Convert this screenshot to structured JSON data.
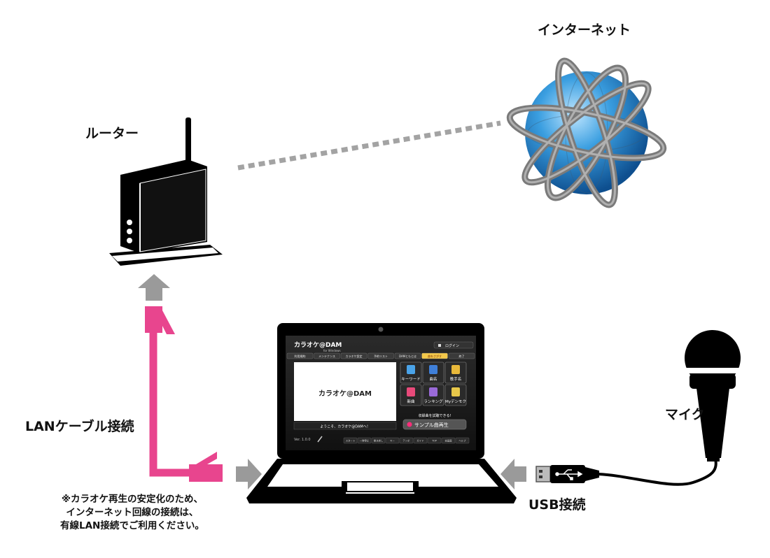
{
  "labels": {
    "internet": "インターネット",
    "router": "ルーター",
    "lan_cable": "LANケーブル接続",
    "mic": "マイク",
    "usb": "USB接続"
  },
  "note": {
    "lines": [
      "※カラオケ再生の安定化のため、",
      "インターネット回線の接続は、",
      "有線LAN接続でご利用ください。"
    ]
  },
  "app": {
    "logo": "カラオケ@DAM",
    "logo_sub": "for Windows",
    "login": "ログイン",
    "tabs": [
      "利用規約",
      "メンテナンス",
      "カラオケ設定",
      "予約リスト",
      "DAMともとは",
      "曲をさがす",
      "終了"
    ],
    "search_items": [
      "キーワード",
      "曲名",
      "歌手名",
      "新曲",
      "ランキング",
      "Myデンモク"
    ],
    "sample_heading": "収録曲を試聴できる!",
    "sample_button": "サンプル曲再生",
    "welcome": "ようこそ、カラオケ@DAMへ！",
    "version": "Ver. 1.0.0",
    "controls": [
      "スタート",
      "一時停止",
      "巻き戻し",
      "キー",
      "テンポ",
      "ガイド",
      "TOP",
      "全画面",
      "ヘルプ"
    ]
  },
  "colors": {
    "pink": "#e8458e",
    "arrow_gray": "#9a9a9a",
    "globe": "#2f8fd4",
    "accent_pink": "#ff2d7a"
  }
}
